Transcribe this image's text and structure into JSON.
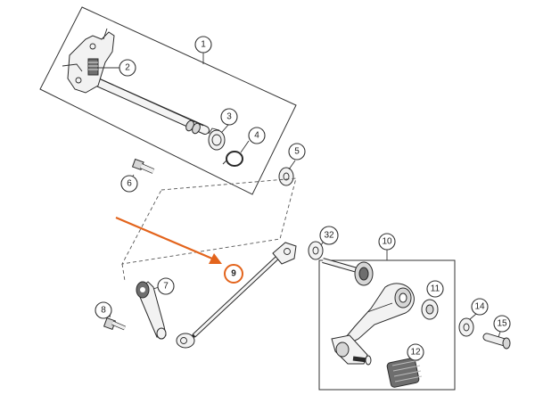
{
  "callouts": [
    {
      "id": "c1",
      "label": "1"
    },
    {
      "id": "c2",
      "label": "2"
    },
    {
      "id": "c3",
      "label": "3"
    },
    {
      "id": "c4",
      "label": "4"
    },
    {
      "id": "c5",
      "label": "5"
    },
    {
      "id": "c6",
      "label": "6"
    },
    {
      "id": "c7",
      "label": "7"
    },
    {
      "id": "c8",
      "label": "8"
    },
    {
      "id": "c10",
      "label": "10"
    },
    {
      "id": "c11",
      "label": "11"
    },
    {
      "id": "c12",
      "label": "12"
    },
    {
      "id": "c14",
      "label": "14"
    },
    {
      "id": "c15",
      "label": "15"
    },
    {
      "id": "c32",
      "label": "32"
    }
  ],
  "highlighted_callout": {
    "label": "9"
  },
  "colors": {
    "highlight": "#e3641c",
    "line": "#333333",
    "part_fill": "#f2f2f2"
  }
}
